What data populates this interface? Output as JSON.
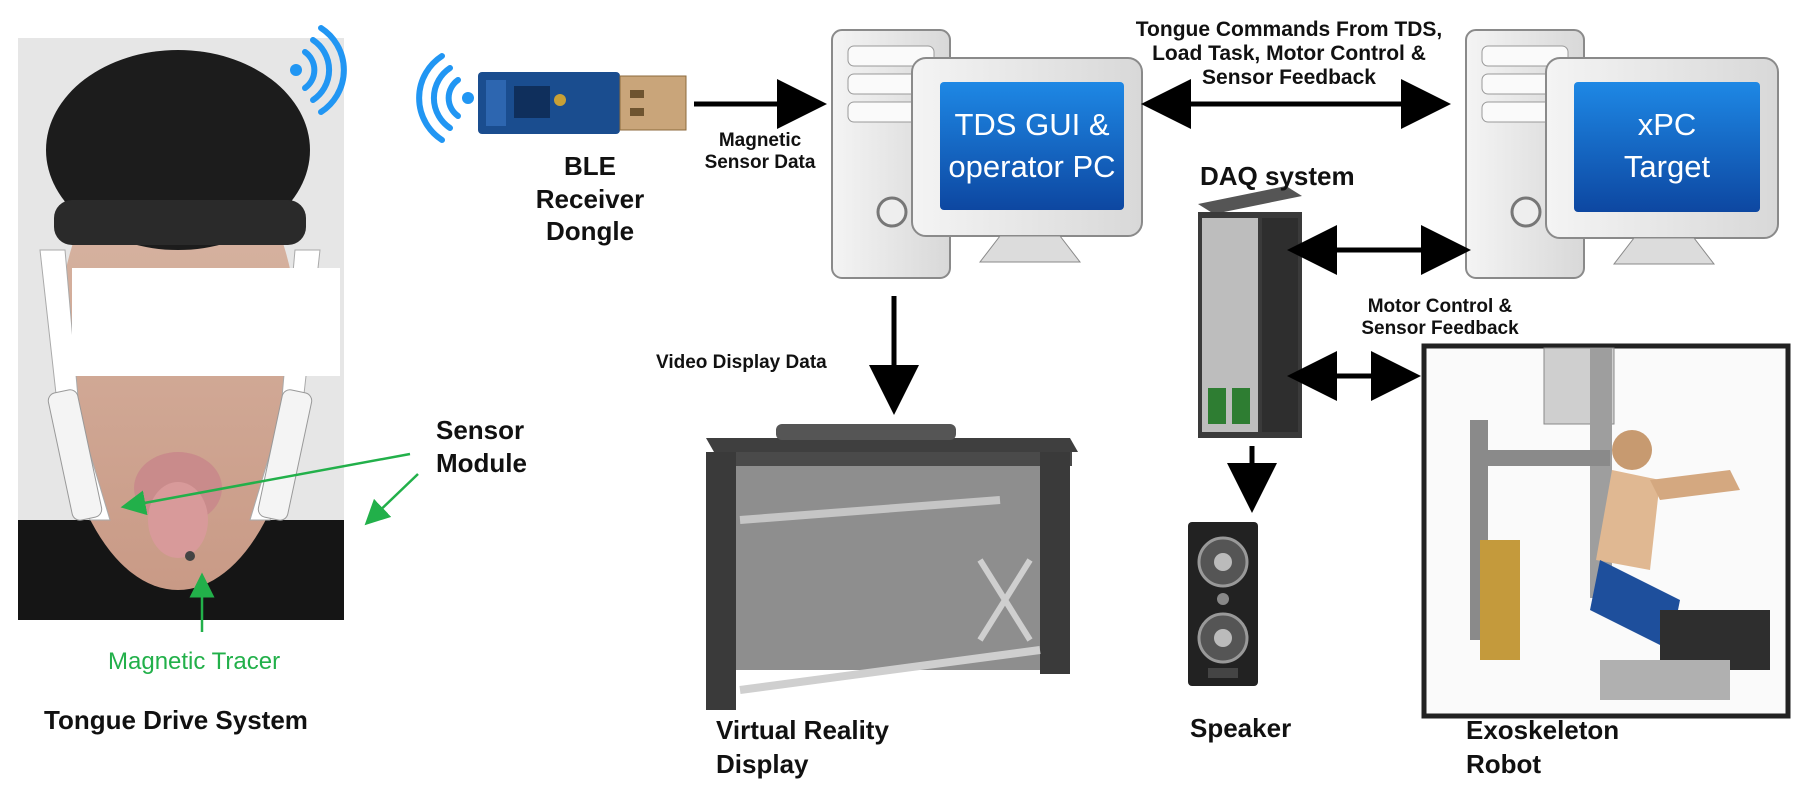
{
  "tds": {
    "title": "Tongue Drive System",
    "sensor_module": [
      "Sensor",
      "Module"
    ],
    "magnetic_tracer": "Magnetic Tracer"
  },
  "ble": {
    "label": [
      "BLE",
      "Receiver",
      "Dongle"
    ]
  },
  "magnetic_sensor_data": [
    "Magnetic",
    "Sensor Data"
  ],
  "operator_pc": {
    "screen": [
      "TDS GUI &",
      "operator PC"
    ]
  },
  "xpc": {
    "screen": [
      "xPC",
      "Target"
    ]
  },
  "tongue_commands": [
    "Tongue Commands From TDS,",
    "Load Task, Motor Control &",
    "Sensor Feedback"
  ],
  "daq": {
    "label": "DAQ system"
  },
  "motor_feedback": [
    "Motor Control &",
    "Sensor Feedback"
  ],
  "video_display_data": "Video Display Data",
  "vr": {
    "label": [
      "Virtual Reality",
      "Display"
    ]
  },
  "speaker": {
    "label": "Speaker"
  },
  "exo": {
    "label": [
      "Exoskeleton",
      "Robot"
    ]
  },
  "colors": {
    "accent_green": "#22b04a",
    "screen_blue": "#1565c0",
    "wifi_blue": "#2196f3",
    "pcb_blue": "#1a4d8f"
  }
}
